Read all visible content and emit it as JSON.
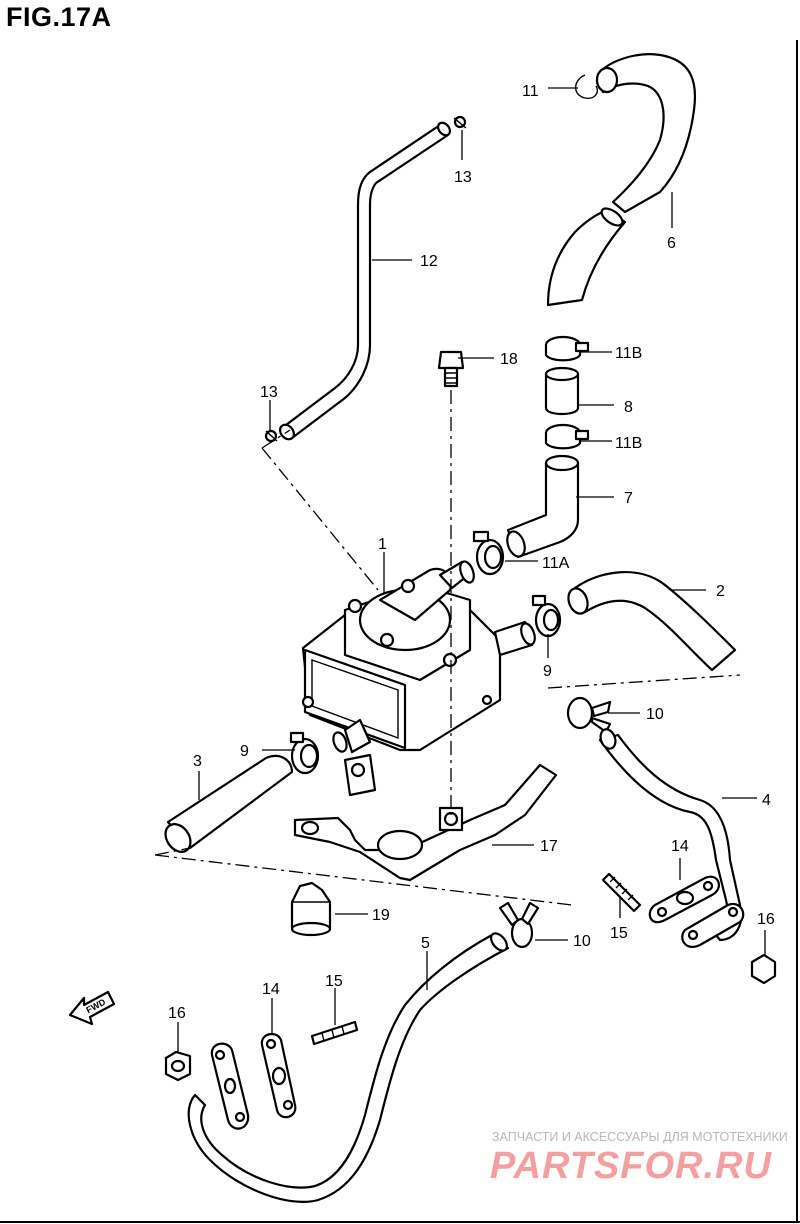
{
  "figure": {
    "title": "FIG.17A"
  },
  "labels": [
    {
      "id": "p11",
      "text": "11"
    },
    {
      "id": "p13a",
      "text": "13"
    },
    {
      "id": "p12",
      "text": "12"
    },
    {
      "id": "p6",
      "text": "6"
    },
    {
      "id": "p18",
      "text": "18"
    },
    {
      "id": "p11b1",
      "text": "11B"
    },
    {
      "id": "p8",
      "text": "8"
    },
    {
      "id": "p13b",
      "text": "13"
    },
    {
      "id": "p11b2",
      "text": "11B"
    },
    {
      "id": "p7",
      "text": "7"
    },
    {
      "id": "p1",
      "text": "1"
    },
    {
      "id": "p11a",
      "text": "11A"
    },
    {
      "id": "p2",
      "text": "2"
    },
    {
      "id": "p9a",
      "text": "9"
    },
    {
      "id": "p10a",
      "text": "10"
    },
    {
      "id": "p9b",
      "text": "9"
    },
    {
      "id": "p3",
      "text": "3"
    },
    {
      "id": "p4",
      "text": "4"
    },
    {
      "id": "p17",
      "text": "17"
    },
    {
      "id": "p14a",
      "text": "14"
    },
    {
      "id": "p19",
      "text": "19"
    },
    {
      "id": "p16a",
      "text": "16"
    },
    {
      "id": "p15a",
      "text": "15"
    },
    {
      "id": "p5",
      "text": "5"
    },
    {
      "id": "p10b",
      "text": "10"
    },
    {
      "id": "p14b",
      "text": "14"
    },
    {
      "id": "p15b",
      "text": "15"
    },
    {
      "id": "p16b",
      "text": "16"
    }
  ],
  "fwd_marker": "FWD",
  "watermark": {
    "line1": "ЗАПЧАСТИ И АКСЕССУАРЫ ДЛЯ МОТОТЕХНИКИ",
    "line2": "PARTSFOR.RU",
    "color": "#f4a0a0"
  }
}
